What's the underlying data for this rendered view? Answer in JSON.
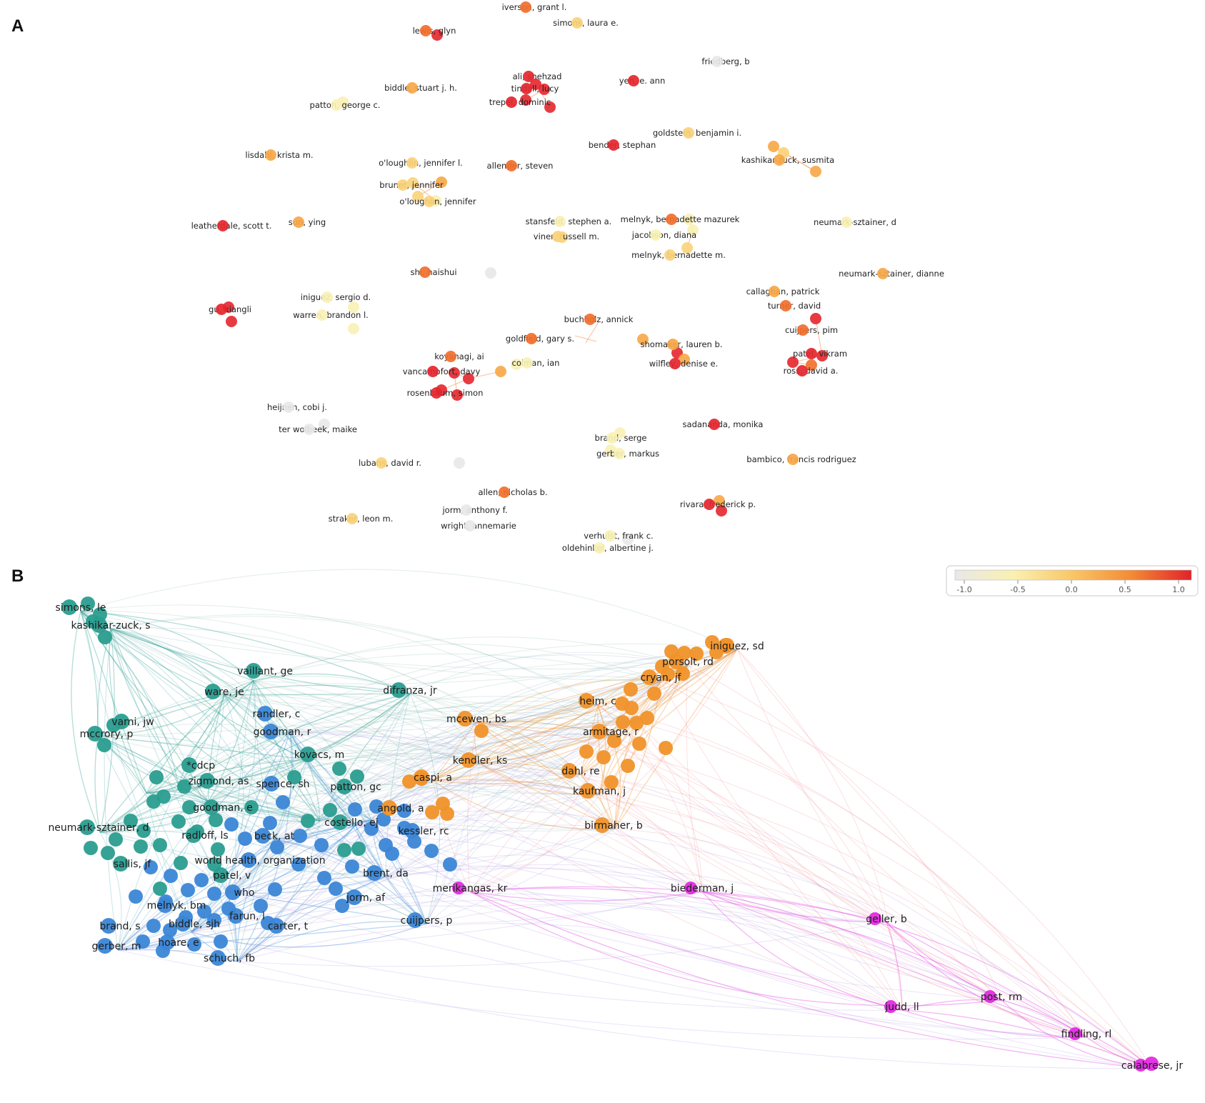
{
  "panels": {
    "a": "A",
    "b": "B"
  },
  "colors": {
    "a_scale": [
      "#e8e8e8",
      "#f9f1b5",
      "#fad37a",
      "#f7a746",
      "#f06f2b",
      "#e4262e"
    ],
    "b_clusters": {
      "teal": "#2a9d8f",
      "blue": "#3b86d6",
      "orange": "#f0922a",
      "magenta": "#e12ce0"
    }
  },
  "overlay": {
    "title": "",
    "ticks": [
      "-1.0",
      "-0.5",
      "0.0",
      "0.5",
      "1.0"
    ],
    "range": [
      -1.0,
      1.0
    ]
  },
  "network_a": {
    "labels": [
      {
        "t": "iverson, grant l.",
        "c": 4
      },
      {
        "t": "simons, laura e.",
        "c": 2
      },
      {
        "t": "lewis, glyn",
        "c": 4
      },
      {
        "t": "friedberg, b",
        "c": 0
      },
      {
        "t": "ali, shehzad",
        "c": 5
      },
      {
        "t": "yeh, e. ann",
        "c": 5
      },
      {
        "t": "biddle, stuart j. h.",
        "c": 3
      },
      {
        "t": "tindall, lucy",
        "c": 5
      },
      {
        "t": "trepel, dominic",
        "c": 5
      },
      {
        "t": "patton, george c.",
        "c": 1
      },
      {
        "t": "goldstein, benjamin i.",
        "c": 2
      },
      {
        "t": "bender, stephan",
        "c": 5
      },
      {
        "t": "lisdahl, krista m.",
        "c": 3
      },
      {
        "t": "o'loughlin, jennifer l.",
        "c": 2
      },
      {
        "t": "allender, steven",
        "c": 4
      },
      {
        "t": "kashikar-zuck, susmita",
        "c": 3
      },
      {
        "t": "brunet, jennifer",
        "c": 2
      },
      {
        "t": "o'loughlin, jennifer",
        "c": 2
      },
      {
        "t": "leatherdale, scott t.",
        "c": 5
      },
      {
        "t": "sun, ying",
        "c": 3
      },
      {
        "t": "stansfeld, stephen a.",
        "c": 1
      },
      {
        "t": "melnyk, bernadette mazurek",
        "c": 4
      },
      {
        "t": "neumark-sztainer, d",
        "c": 1
      },
      {
        "t": "viner, russell m.",
        "c": 2
      },
      {
        "t": "jacobson, diana",
        "c": 1
      },
      {
        "t": "melnyk, bernadette m.",
        "c": 2
      },
      {
        "t": "shi, haishui",
        "c": 4
      },
      {
        "t": "neumark-sztainer, dianne",
        "c": 3
      },
      {
        "t": "iniguez, sergio d.",
        "c": 1
      },
      {
        "t": "callaghan, patrick",
        "c": 3
      },
      {
        "t": "gu, xiangli",
        "c": 5
      },
      {
        "t": "warren, brandon l.",
        "c": 1
      },
      {
        "t": "turner, david",
        "c": 4
      },
      {
        "t": "buchholz, annick",
        "c": 4
      },
      {
        "t": "cuijpers, pim",
        "c": 4
      },
      {
        "t": "goldfield, gary s.",
        "c": 4
      },
      {
        "t": "shomaker, lauren b.",
        "c": 3
      },
      {
        "t": "koyanagi, ai",
        "c": 4
      },
      {
        "t": "patel, vikram",
        "c": 5
      },
      {
        "t": "colman, ian",
        "c": 1
      },
      {
        "t": "vancampfort, davy",
        "c": 5
      },
      {
        "t": "wilfley, denise e.",
        "c": 5
      },
      {
        "t": "ross, david a.",
        "c": 5
      },
      {
        "t": "rosenbaum, simon",
        "c": 5
      },
      {
        "t": "heijnen, cobi j.",
        "c": 0
      },
      {
        "t": "sadananda, monika",
        "c": 5
      },
      {
        "t": "ter wolbeek, maike",
        "c": 0
      },
      {
        "t": "brand, serge",
        "c": 1
      },
      {
        "t": "gerber, markus",
        "c": 1
      },
      {
        "t": "lubans, david r.",
        "c": 2
      },
      {
        "t": "bambico, francis rodriguez",
        "c": 3
      },
      {
        "t": "allen, nicholas b.",
        "c": 4
      },
      {
        "t": "jorm, anthony f.",
        "c": 0
      },
      {
        "t": "rivara, frederick p.",
        "c": 5
      },
      {
        "t": "straker, leon m.",
        "c": 2
      },
      {
        "t": "wright, annemarie",
        "c": 0
      },
      {
        "t": "verhulst, frank c.",
        "c": 1
      },
      {
        "t": "oldehinkel, albertine j.",
        "c": 1
      }
    ]
  },
  "network_b": {
    "labels": [
      {
        "t": "simons, le",
        "k": "teal"
      },
      {
        "t": "kashikar-zuck, s",
        "k": "teal"
      },
      {
        "t": "vaillant, ge",
        "k": "teal"
      },
      {
        "t": "ware, je",
        "k": "teal"
      },
      {
        "t": "difranza, jr",
        "k": "teal"
      },
      {
        "t": "iniguez, sd",
        "k": "orange"
      },
      {
        "t": "porsolt, rd",
        "k": "orange"
      },
      {
        "t": "cryan, jf",
        "k": "orange"
      },
      {
        "t": "heim, c",
        "k": "orange"
      },
      {
        "t": "randler, c",
        "k": "blue"
      },
      {
        "t": "varni, jw",
        "k": "teal"
      },
      {
        "t": "mcewen, bs",
        "k": "orange"
      },
      {
        "t": "goodman, r",
        "k": "blue"
      },
      {
        "t": "mccrory, p",
        "k": "teal"
      },
      {
        "t": "armitage, r",
        "k": "orange"
      },
      {
        "t": "kovacs, m",
        "k": "teal"
      },
      {
        "t": "*cdcp",
        "k": "teal"
      },
      {
        "t": "kendler, ks",
        "k": "orange"
      },
      {
        "t": "zigmond, as",
        "k": "teal"
      },
      {
        "t": "spence, sh",
        "k": "blue"
      },
      {
        "t": "caspi, a",
        "k": "orange"
      },
      {
        "t": "dahl, re",
        "k": "orange"
      },
      {
        "t": "patton, gc",
        "k": "teal"
      },
      {
        "t": "kaufman, j",
        "k": "orange"
      },
      {
        "t": "goodman, e",
        "k": "teal"
      },
      {
        "t": "angold, a",
        "k": "orange"
      },
      {
        "t": "neumark-sztainer, d",
        "k": "teal"
      },
      {
        "t": "costello, ej",
        "k": "teal"
      },
      {
        "t": "radloff, ls",
        "k": "teal"
      },
      {
        "t": "beck, at",
        "k": "blue"
      },
      {
        "t": "kessler, rc",
        "k": "blue"
      },
      {
        "t": "birmaher, b",
        "k": "orange"
      },
      {
        "t": "world health, organization",
        "k": "blue"
      },
      {
        "t": "sallis, jf",
        "k": "teal"
      },
      {
        "t": "patel, v",
        "k": "teal"
      },
      {
        "t": "brent, da",
        "k": "blue"
      },
      {
        "t": "who",
        "k": "blue"
      },
      {
        "t": "merikangas, kr",
        "k": "magenta"
      },
      {
        "t": "biederman, j",
        "k": "magenta"
      },
      {
        "t": "jorm, af",
        "k": "blue"
      },
      {
        "t": "melnyk, bm",
        "k": "blue"
      },
      {
        "t": "farun, l",
        "k": "blue"
      },
      {
        "t": "geller, b",
        "k": "magenta"
      },
      {
        "t": "cuijpers, p",
        "k": "blue"
      },
      {
        "t": "biddle, sjh",
        "k": "blue"
      },
      {
        "t": "brand, s",
        "k": "blue"
      },
      {
        "t": "carter, t",
        "k": "blue"
      },
      {
        "t": "hoare, e",
        "k": "blue"
      },
      {
        "t": "gerber, m",
        "k": "blue"
      },
      {
        "t": "schuch, fb",
        "k": "blue"
      },
      {
        "t": "post, rm",
        "k": "magenta"
      },
      {
        "t": "judd, ll",
        "k": "magenta"
      },
      {
        "t": "findling, rl",
        "k": "magenta"
      },
      {
        "t": "calabrese, jr",
        "k": "magenta"
      }
    ]
  }
}
